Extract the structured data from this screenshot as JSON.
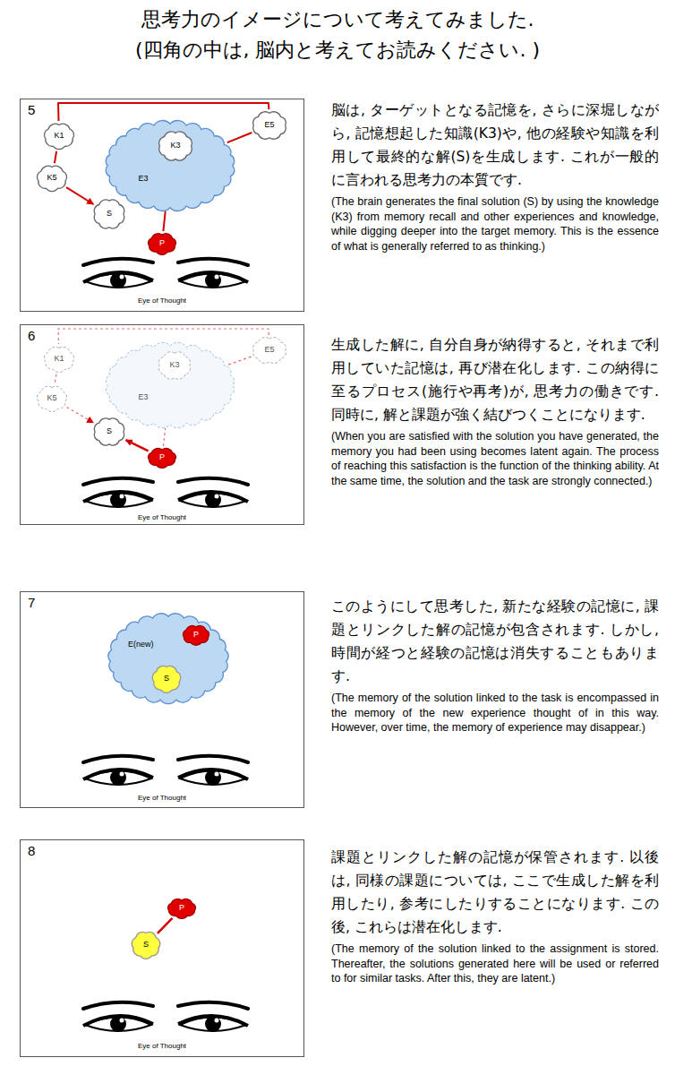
{
  "diagram": {
    "title": "思考力のイメージについて考えてみました.",
    "caption": "(四角の中は, 脳内と考えてお読みください. )",
    "nodes": [
      {
        "text": [
          "5"
        ]
      },
      {
        "text": [
          "K1"
        ],
        "in": 0
      },
      {
        "text": [
          "E3"
        ],
        "in": 0
      },
      {
        "text": [
          "K3"
        ],
        "in": 2
      },
      {
        "text": [
          "E5"
        ],
        "in": 0
      },
      {
        "text": [
          "K5"
        ],
        "in": 0
      },
      {
        "text": [
          "S"
        ],
        "in": 0
      },
      {
        "text": [
          "P"
        ],
        "in": 0
      },
      {
        "text": [
          "6"
        ]
      },
      {
        "text": [
          "K1"
        ],
        "in": 8
      },
      {
        "text": [
          "E3"
        ],
        "in": 8
      },
      {
        "text": [
          "K3"
        ],
        "in": 10
      },
      {
        "text": [
          "E5"
        ],
        "in": 8
      },
      {
        "text": [
          "K5"
        ],
        "in": 8
      },
      {
        "text": [
          "S"
        ],
        "in": 8
      },
      {
        "text": [
          "P"
        ],
        "in": 8
      },
      {
        "text": [
          "7"
        ]
      },
      {
        "text": [
          "E(new)"
        ],
        "in": 16
      },
      {
        "text": [
          "P"
        ],
        "in": 17
      },
      {
        "text": [
          "S"
        ],
        "in": 17
      },
      {
        "text": [
          "8"
        ]
      },
      {
        "text": [
          "P"
        ],
        "in": 20
      },
      {
        "text": [
          "S"
        ],
        "in": 20
      }
    ],
    "edges": [
      {
        "from": 7,
        "to": 2,
        "arrow": "none"
      },
      {
        "from": 2,
        "to": 4,
        "arrow": "none"
      },
      {
        "from": 4,
        "to": 1,
        "arrow": "none"
      },
      {
        "from": 1,
        "to": 5,
        "arrow": "none"
      },
      {
        "from": 5,
        "to": 6,
        "arrow": "to"
      },
      {
        "from": 15,
        "to": 10,
        "arrow": "none"
      },
      {
        "from": 10,
        "to": 12,
        "arrow": "none"
      },
      {
        "from": 12,
        "to": 9,
        "arrow": "none"
      },
      {
        "from": 9,
        "to": 13,
        "arrow": "none"
      },
      {
        "from": 13,
        "to": 14,
        "arrow": "to"
      },
      {
        "from": 15,
        "to": 14,
        "arrow": "to"
      },
      {
        "from": 18,
        "to": 19,
        "arrow": "none"
      },
      {
        "from": 21,
        "to": 22,
        "arrow": "none"
      }
    ],
    "labels": [
      "Eye of Thought",
      "脳は, ターゲットとなる記憶を, さらに深堀しながら, 記憶想起した知識(K3)や, 他の経験や知識を利用して最終的な解(S)を生成します. これが一般的に言われる思考力の本質です.",
      "(The brain generates the final solution (S) by using the knowledge (K3) from memory recall and other experiences and knowledge, while digging deeper into the target memory. This is the essence of what is generally referred to as thinking.)",
      "Eye of Thought",
      "生成した解に, 自分自身が納得すると, それまで利用していた記憶は, 再び潜在化します. この納得に至るプロセス(施行や再考)が, 思考力の働きです. 同時に, 解と課題が強く結びつくことになります.",
      "(When you are satisfied with the solution you have generated, the memory you had been using becomes latent again. The process of reaching this satisfaction is the function of the thinking ability. At the same time, the solution and the task are strongly connected.)",
      "Eye of Thought",
      "このようにして思考した, 新たな経験の記憶に, 課題とリンクした解の記憶が包含されます. しかし, 時間が経つと経験の記憶は消失することもあります.",
      "(The memory of the solution linked to the task is encompassed in the memory of the new experience thought of in this way. However, over time, the memory of experience may disappear.)",
      "Eye of Thought",
      "課題とリンクした解の記憶が保管されます. 以後は, 同様の課題については, ここで生成した解を利用したり, 参考にしたりすることになります. この後, これらは潜在化します.",
      "(The memory of the solution linked to the assignment is stored. Thereafter, the solutions generated here will be used or referred to for similar tasks. After this, they are latent.)"
    ]
  }
}
